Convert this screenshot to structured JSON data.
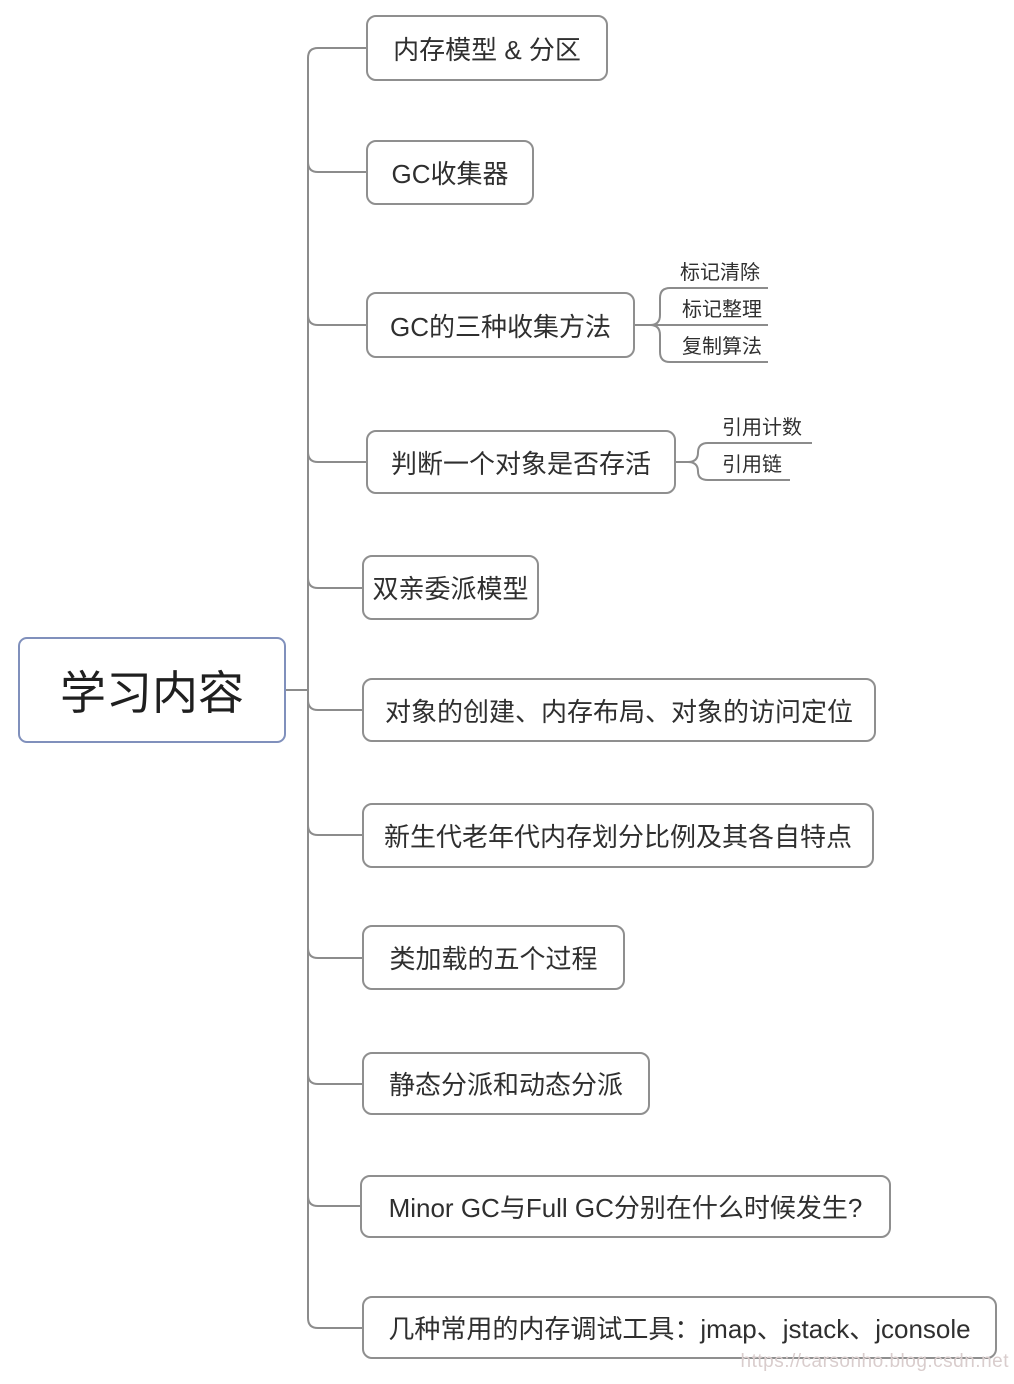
{
  "page": {
    "background_color": "#ffffff",
    "line_color": "#8c8c8c",
    "node_border_color": "#8f8f8f",
    "root_border_color": "#8090bc"
  },
  "watermark": {
    "text": "https://carsonho.blog.csdn.net"
  },
  "mindmap": {
    "root": {
      "label": "学习内容"
    },
    "branches": [
      {
        "label": "内存模型 & 分区",
        "children": []
      },
      {
        "label": "GC收集器",
        "children": []
      },
      {
        "label": "GC的三种收集方法",
        "children": [
          "标记清除",
          "标记整理",
          "复制算法"
        ]
      },
      {
        "label": "判断一个对象是否存活",
        "children": [
          "引用计数",
          "引用链"
        ]
      },
      {
        "label": "双亲委派模型",
        "children": []
      },
      {
        "label": "对象的创建、内存布局、对象的访问定位",
        "children": []
      },
      {
        "label": "新生代老年代内存划分比例及其各自特点",
        "children": []
      },
      {
        "label": "类加载的五个过程",
        "children": []
      },
      {
        "label": "静态分派和动态分派",
        "children": []
      },
      {
        "label": "Minor GC与Full GC分别在什么时候发生?",
        "children": []
      },
      {
        "label": "几种常用的内存调试工具：jmap、jstack、jconsole",
        "children": []
      }
    ]
  }
}
